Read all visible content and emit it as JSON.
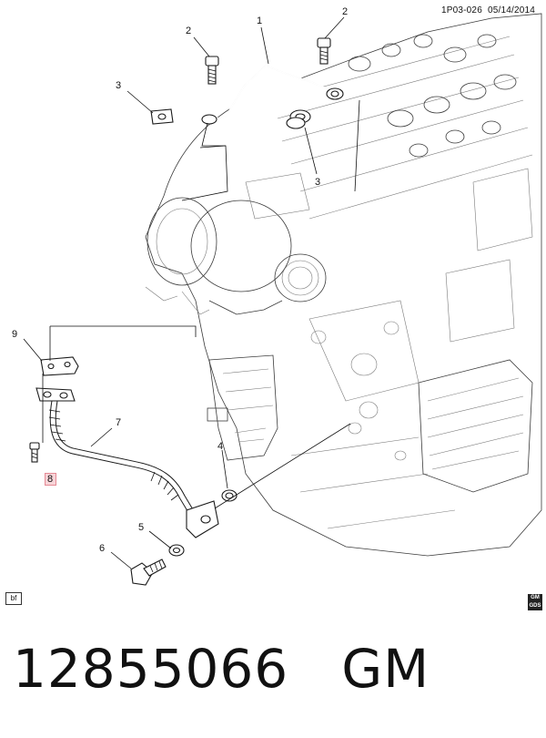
{
  "header": {
    "code": "1P03-026",
    "date": "05/14/2014"
  },
  "callouts": [
    "1",
    "2",
    "2",
    "3",
    "3",
    "4",
    "5",
    "6",
    "7",
    "8",
    "9"
  ],
  "footer": {
    "part_number": "12855066",
    "brand": "GM"
  },
  "badges": {
    "bf": "bf",
    "logo_line1": "GM",
    "logo_line2": "GDS"
  },
  "colors": {
    "highlight": "#f7d4d8",
    "highlight_border": "#e58a95"
  }
}
